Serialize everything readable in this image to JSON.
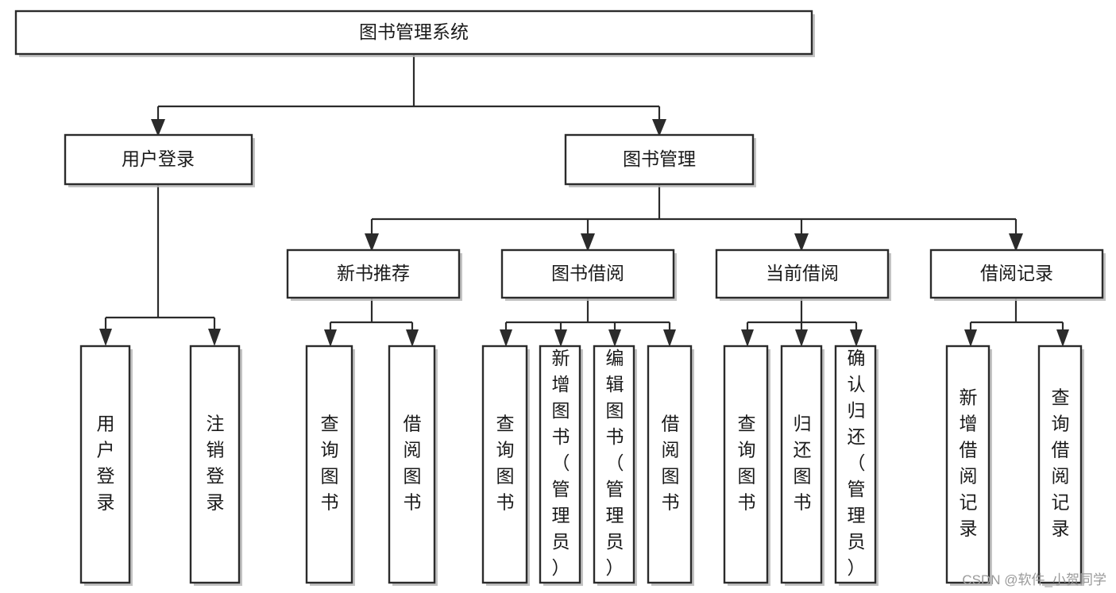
{
  "diagram": {
    "type": "tree-hierarchy",
    "title": "图书管理系统",
    "orientation": "top-down",
    "colors": {
      "box_fill": "#ffffff",
      "box_stroke": "#2b2b2b",
      "edge": "#2b2b2b",
      "text": "#1a1a1a",
      "watermark": "#9a9a9a"
    },
    "root": {
      "id": "root",
      "label": "图书管理系统"
    },
    "level2": [
      {
        "id": "user-login",
        "label": "用户登录"
      },
      {
        "id": "book-management",
        "label": "图书管理"
      }
    ],
    "level3": [
      {
        "id": "new-book-recommend",
        "label": "新书推荐",
        "parent": "book-management"
      },
      {
        "id": "book-borrow",
        "label": "图书借阅",
        "parent": "book-management"
      },
      {
        "id": "current-borrow",
        "label": "当前借阅",
        "parent": "book-management"
      },
      {
        "id": "borrow-record",
        "label": "借阅记录",
        "parent": "book-management"
      }
    ],
    "leaves": [
      {
        "id": "leaf-user-login",
        "label": "用户登录",
        "parent": "user-login"
      },
      {
        "id": "leaf-logout-login",
        "label": "注销登录",
        "parent": "user-login"
      },
      {
        "id": "leaf-query-book-1",
        "label": "查询图书",
        "parent": "new-book-recommend"
      },
      {
        "id": "leaf-borrow-book-1",
        "label": "借阅图书",
        "parent": "new-book-recommend"
      },
      {
        "id": "leaf-query-book-2",
        "label": "查询图书",
        "parent": "book-borrow"
      },
      {
        "id": "leaf-add-book",
        "label": "新增图书（管理员）",
        "parent": "book-borrow"
      },
      {
        "id": "leaf-edit-book",
        "label": "编辑图书（管理员）",
        "parent": "book-borrow"
      },
      {
        "id": "leaf-borrow-book-2",
        "label": "借阅图书",
        "parent": "book-borrow"
      },
      {
        "id": "leaf-query-book-3",
        "label": "查询图书",
        "parent": "current-borrow"
      },
      {
        "id": "leaf-return-book",
        "label": "归还图书",
        "parent": "current-borrow"
      },
      {
        "id": "leaf-confirm-return",
        "label": "确认归还（管理员）",
        "parent": "current-borrow"
      },
      {
        "id": "leaf-add-record",
        "label": "新增借阅记录",
        "parent": "borrow-record"
      },
      {
        "id": "leaf-query-record",
        "label": "查询借阅记录",
        "parent": "borrow-record"
      }
    ]
  },
  "watermark": {
    "text": "CSDN @软件_小贺同学"
  }
}
